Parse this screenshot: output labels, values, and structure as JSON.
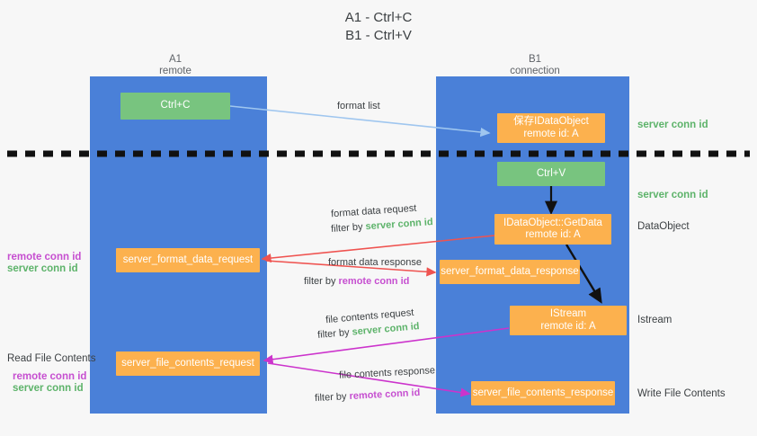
{
  "title": {
    "line1": "A1 - Ctrl+C",
    "line2": "B1 - Ctrl+V"
  },
  "columns": [
    {
      "name": "A1",
      "sub": "remote"
    },
    {
      "name": "B1",
      "sub": "connection"
    }
  ],
  "nodes": {
    "ctrl_c": "Ctrl+C",
    "ctrl_v": "Ctrl+V",
    "save_idataobject_l1": "保存IDataObject",
    "save_idataobject_l2": "remote id: A",
    "getdata_l1": "IDataObject::GetData",
    "getdata_l2": "remote id: A",
    "istream_l1": "IStream",
    "istream_l2": "remote id: A",
    "server_format_data_request": "server_format_data_request",
    "server_format_data_response": "server_format_data_response",
    "server_file_contents_request": "server_file_contents_request",
    "server_file_contents_response": "server_file_contents_response"
  },
  "right_captions": {
    "server_conn_id_top": "server conn id",
    "server_conn_id_mid": "server conn id",
    "dataobject": "DataObject",
    "istream": "Istream",
    "write_file_contents": "Write File Contents"
  },
  "left_captions": {
    "remote_conn_id_mid": "remote conn id",
    "server_conn_id_mid": "server conn id",
    "read_file_contents": "Read File Contents",
    "remote_conn_id_bottom": "remote conn id",
    "server_conn_id_bottom": "server conn id"
  },
  "arrow_labels": {
    "format_list": "format list",
    "format_data_request": "format data request",
    "format_data_request_filter_prefix": "filter by ",
    "format_data_request_filter_value": "server conn id",
    "format_data_response": "format data response",
    "format_data_response_filter_prefix": "filter by ",
    "format_data_response_filter_value": "remote conn id",
    "file_contents_request": "file contents request",
    "file_contents_request_filter_prefix": "filter by ",
    "file_contents_request_filter_value": "server conn id",
    "file_contents_response": "file contents response",
    "file_contents_response_filter_prefix": "filter by ",
    "file_contents_response_filter_value": "remote conn id"
  },
  "colors": {
    "lane": "#4a80d8",
    "green_box": "#78c47f",
    "orange_box": "#fcb14e",
    "green_text": "#5db36a",
    "magenta_text": "#c64fd0",
    "red_arrow": "#ef5350",
    "magenta_arrow": "#cc33cc",
    "blue_arrow": "#9fc6ef",
    "black_arrow": "#000000",
    "background": "#f7f7f7"
  }
}
